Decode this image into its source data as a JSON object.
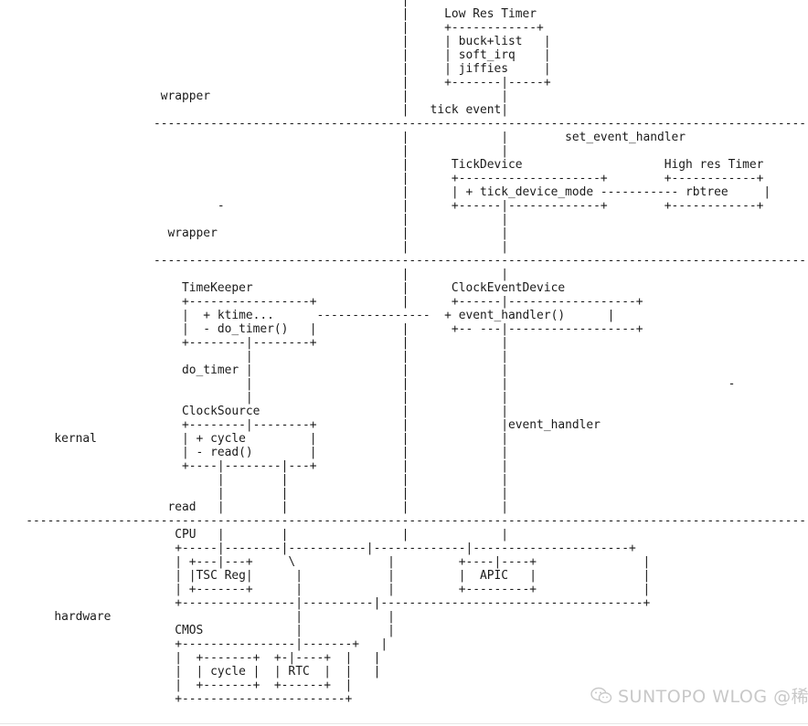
{
  "diagram": {
    "lines": [
      "                                                        |",
      "                                                        |     Low Res Timer",
      "                                                        |     +------------+",
      "                                                        |     | buck+list   |",
      "                                                        |     | soft_irq    |",
      "                                                        |     | jiffies     |",
      "                                                        |     +-------|-----+",
      "                      wrapper                           |             |",
      "                                                        |   tick event|",
      "                     ---------------------------------------------------------------------------------------------------------------------",
      "                                                        |             |        set_event_handler",
      "                                                        |             |",
      "                                                        |      TickDevice                    High res Timer",
      "                                                        |      +--------------------+        +------------+",
      "                                                        |      | + tick_device_mode ----------- rbtree     |",
      "                              -                         |      +------|-------------+        +------------+",
      "                                                        |             |                                                                                   -",
      "                       wrapper                          |             |",
      "                                                        |             |",
      "                     ---------------------------------------------------------------------------------------------------------------------",
      "                                                        |             |",
      "                         TimeKeeper                     |      ClockEventDevice",
      "                         +-----------------+            |      +------|------------------+",
      "                         |  + ktime...      ----------------  + event_handler()      |",
      "                         |  - do_timer()   |            |      +-- ---|------------------+",
      "                         +--------|--------+            |             |",
      "                                  |                     |             |",
      "                         do_timer |                     |             |",
      "                                  |                     |             |                               -",
      "                                  |                     |             |",
      "                         ClockSource                    |             |",
      "                         +--------|--------+            |             |event_handler                                                        -",
      "       kernal            | + cycle         |            |             |",
      "                         | - read()        |            |             |",
      "                         +----|--------|---+            |             |",
      "                              |        |                |             |",
      "                              |        |                |             |",
      "                       read   |        |                |             |",
      "   ------------------------------------------------------------------------------------------------------------------------",
      "                        CPU   |        |                |             |",
      "                        +-----|--------|-----------|-------------|----------------------+",
      "                        | +---|---+     \\             |         +----|----+               |",
      "                        | |TSC Reg|      |            |         |  APIC   |               |",
      "                        | +-------+      |            |         +---------+               |",
      "                        +----------------|----------|-------------------------------------+",
      "       hardware                          |            |",
      "                        CMOS             |            |",
      "                        +----------------|-------+   |",
      "                        |  +-------+  +-|----+  |   |",
      "                        |  | cycle |  | RTC  |  |   |",
      "                        |  +-------+  +------+  |",
      "                        +-----------------------+"
    ]
  },
  "watermark": {
    "text": "SUNTOPO WLOG @稀土掘金技术社区"
  }
}
